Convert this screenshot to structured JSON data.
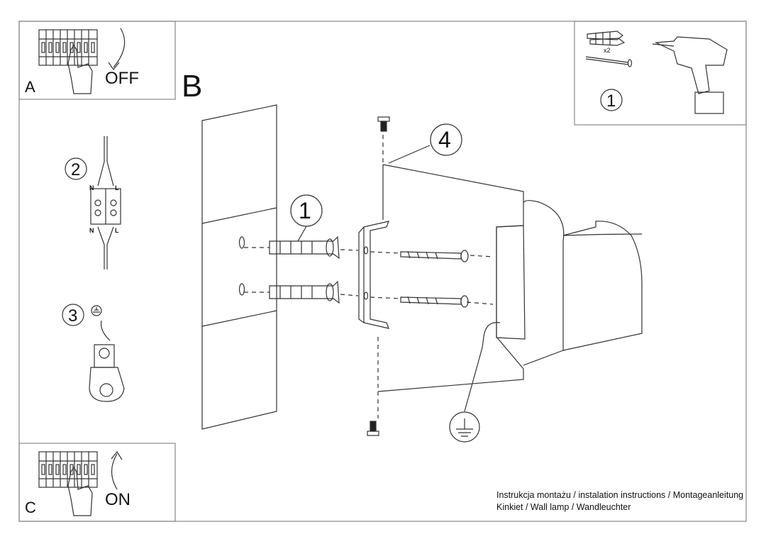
{
  "panels": {
    "a": {
      "letter": "A",
      "state": "OFF"
    },
    "b": {
      "letter": "B"
    },
    "c": {
      "letter": "C",
      "state": "ON"
    }
  },
  "steps": {
    "tools": {
      "number": "1",
      "quantity": "x2"
    },
    "wiring": {
      "number": "2",
      "neutral": "N",
      "live": "L"
    },
    "ground": {
      "number": "3"
    },
    "dowels": {
      "number": "1"
    },
    "lamp": {
      "number": "4"
    }
  },
  "caption": {
    "line1": "Instrukcja montażu / instalation instructions / Montageanleitung",
    "line2": "Kinkiet / Wall lamp / Wandleuchter"
  }
}
